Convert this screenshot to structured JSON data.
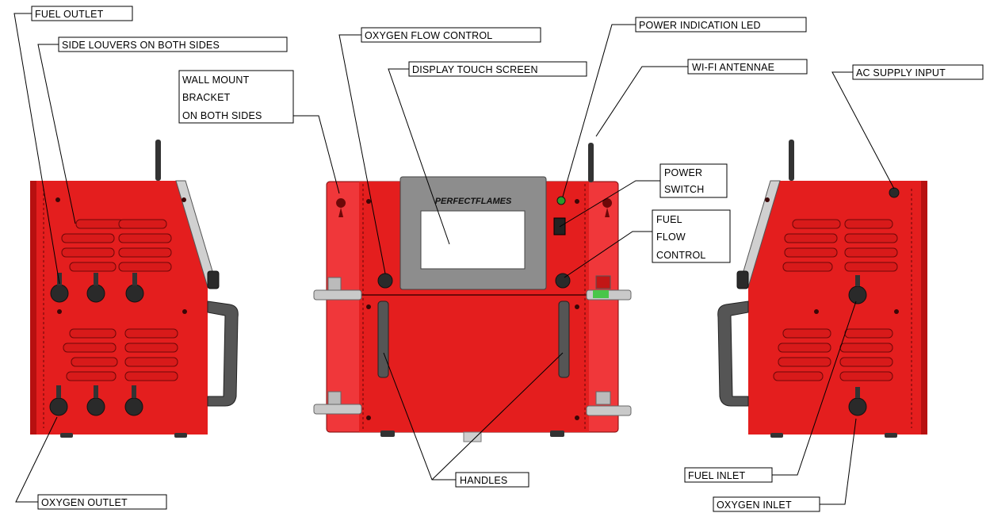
{
  "labels": {
    "fuel_outlet": "FUEL OUTLET",
    "side_louvers": "SIDE LOUVERS ON BOTH SIDES",
    "wall_mount_1": "WALL MOUNT",
    "wall_mount_2": "BRACKET",
    "wall_mount_3": "ON BOTH SIDES",
    "oxygen_flow_control": "OXYGEN FLOW CONTROL",
    "display_touch_screen": "DISPLAY TOUCH SCREEN",
    "power_indication_led": "POWER INDICATION LED",
    "wifi_antennae": "WI-FI ANTENNAE",
    "ac_supply_input": "AC SUPPLY INPUT",
    "power_switch_1": "POWER",
    "power_switch_2": "SWITCH",
    "fuel_flow_control_1": "FUEL",
    "fuel_flow_control_2": "FLOW",
    "fuel_flow_control_3": "CONTROL",
    "handles": "HANDLES",
    "oxygen_outlet": "OXYGEN OUTLET",
    "fuel_inlet": "FUEL INLET",
    "oxygen_inlet": "OXYGEN INLET"
  },
  "brand": "PERFECTFLAMES",
  "colors": {
    "body": "#e41e1e",
    "shadow": "#b71010",
    "screen_bezel": "#8d8d8d",
    "screen": "#ffffff"
  }
}
